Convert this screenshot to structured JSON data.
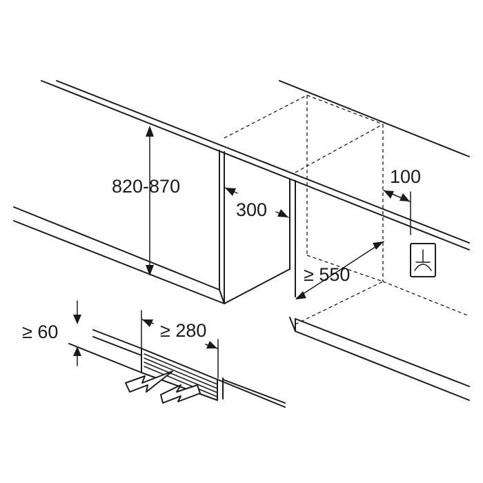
{
  "diagram": {
    "dimensions": {
      "height_range": "820-870",
      "side_gap": "300",
      "socket_offset": "100",
      "depth_min": "≥ 550",
      "vent_height_min": "≥ 60",
      "vent_width_min": "≥ 280"
    }
  }
}
